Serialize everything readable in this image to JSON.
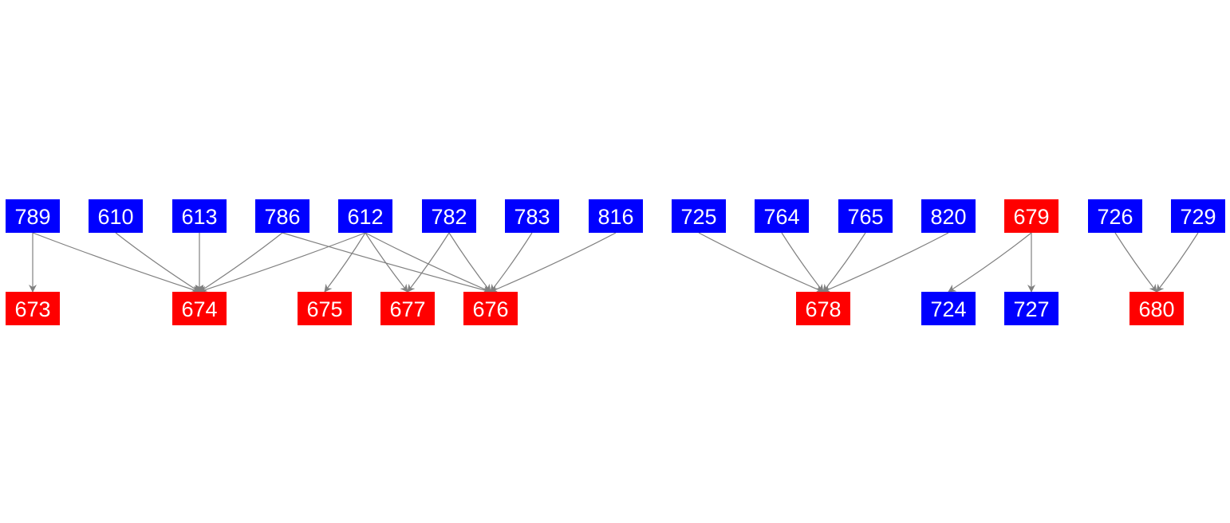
{
  "colors": {
    "source": "#0000ff",
    "target": "#ff0000",
    "edge": "#808080",
    "label": "#ffffff"
  },
  "top_row": [
    {
      "id": "789",
      "color": "#0000ff"
    },
    {
      "id": "610",
      "color": "#0000ff"
    },
    {
      "id": "613",
      "color": "#0000ff"
    },
    {
      "id": "786",
      "color": "#0000ff"
    },
    {
      "id": "612",
      "color": "#0000ff"
    },
    {
      "id": "782",
      "color": "#0000ff"
    },
    {
      "id": "783",
      "color": "#0000ff"
    },
    {
      "id": "816",
      "color": "#0000ff"
    },
    {
      "id": "725",
      "color": "#0000ff"
    },
    {
      "id": "764",
      "color": "#0000ff"
    },
    {
      "id": "765",
      "color": "#0000ff"
    },
    {
      "id": "820",
      "color": "#0000ff"
    },
    {
      "id": "679",
      "color": "#ff0000"
    },
    {
      "id": "726",
      "color": "#0000ff"
    },
    {
      "id": "729",
      "color": "#0000ff"
    }
  ],
  "bottom_row": [
    {
      "id": "673",
      "color": "#ff0000"
    },
    {
      "id": "674",
      "color": "#ff0000"
    },
    {
      "id": "675",
      "color": "#ff0000"
    },
    {
      "id": "677",
      "color": "#ff0000"
    },
    {
      "id": "676",
      "color": "#ff0000"
    },
    {
      "id": "678",
      "color": "#ff0000"
    },
    {
      "id": "724",
      "color": "#0000ff"
    },
    {
      "id": "727",
      "color": "#0000ff"
    },
    {
      "id": "680",
      "color": "#ff0000"
    }
  ],
  "edges": [
    [
      "789",
      "673"
    ],
    [
      "789",
      "674"
    ],
    [
      "610",
      "674"
    ],
    [
      "613",
      "674"
    ],
    [
      "786",
      "674"
    ],
    [
      "786",
      "676"
    ],
    [
      "612",
      "674"
    ],
    [
      "612",
      "675"
    ],
    [
      "612",
      "677"
    ],
    [
      "612",
      "676"
    ],
    [
      "782",
      "677"
    ],
    [
      "782",
      "676"
    ],
    [
      "783",
      "676"
    ],
    [
      "816",
      "676"
    ],
    [
      "725",
      "678"
    ],
    [
      "764",
      "678"
    ],
    [
      "765",
      "678"
    ],
    [
      "820",
      "678"
    ],
    [
      "679",
      "724"
    ],
    [
      "679",
      "727"
    ],
    [
      "726",
      "680"
    ],
    [
      "729",
      "680"
    ]
  ]
}
